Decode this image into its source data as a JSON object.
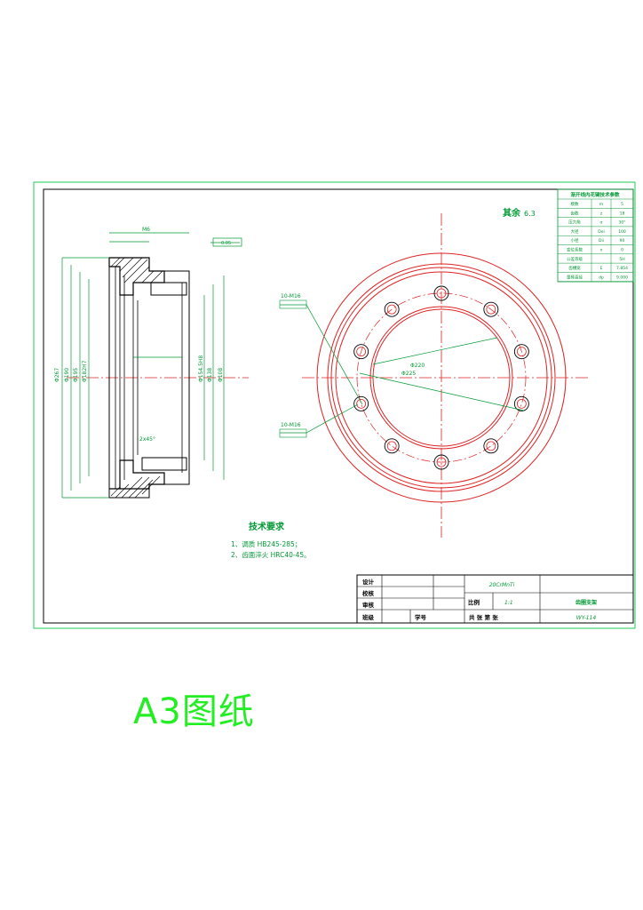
{
  "drawing": {
    "section_dims": {
      "left": [
        "Φ267",
        "Φ190",
        "Φ195",
        "Φ182H7"
      ],
      "right": [
        "Φ154.5H8",
        "Φ138",
        "Φ108"
      ],
      "top": [
        "M6"
      ]
    },
    "roughness_label": "其余",
    "roughness_value": "6.3",
    "chamfer": "2x45°",
    "tolerance": "0.05",
    "callout_1": "10-M16",
    "callout_2": "10-M16",
    "radius_labels": [
      "Φ220",
      "Φ225"
    ],
    "param_table_title": "渐开线内花键技术参数",
    "param_table": [
      [
        "模数",
        "m",
        "5"
      ],
      [
        "齿数",
        "z",
        "18"
      ],
      [
        "压力角",
        "α",
        "30°"
      ],
      [
        "大径",
        "Dei",
        "100"
      ],
      [
        "小径",
        "Dii",
        "90"
      ],
      [
        "变位系数",
        "x",
        "0"
      ],
      [
        "公差等级",
        "",
        "5H"
      ],
      [
        "齿槽宽",
        "E",
        "7.854"
      ],
      [
        "量棒直径",
        "dp",
        "9.000"
      ]
    ]
  },
  "notes": {
    "title": "技术要求",
    "items": [
      "1、调质 HB245-285；",
      "2、齿面淬火 HRC40-45。"
    ]
  },
  "title_block": {
    "rows": [
      "设计",
      "校核",
      "审核",
      "班级"
    ],
    "student_id": "学号",
    "material": "20CrMnTi",
    "scale_label": "比例",
    "scale_value": "1:1",
    "sheets_text": "共  张   第  张",
    "part_name": "齿圈支架",
    "drawing_no": "WY-114"
  },
  "caption": "A3图纸",
  "colors": {
    "frame": "#22cc55",
    "geometry": "#dd2222",
    "dimension": "#009933",
    "line": "#000000"
  }
}
